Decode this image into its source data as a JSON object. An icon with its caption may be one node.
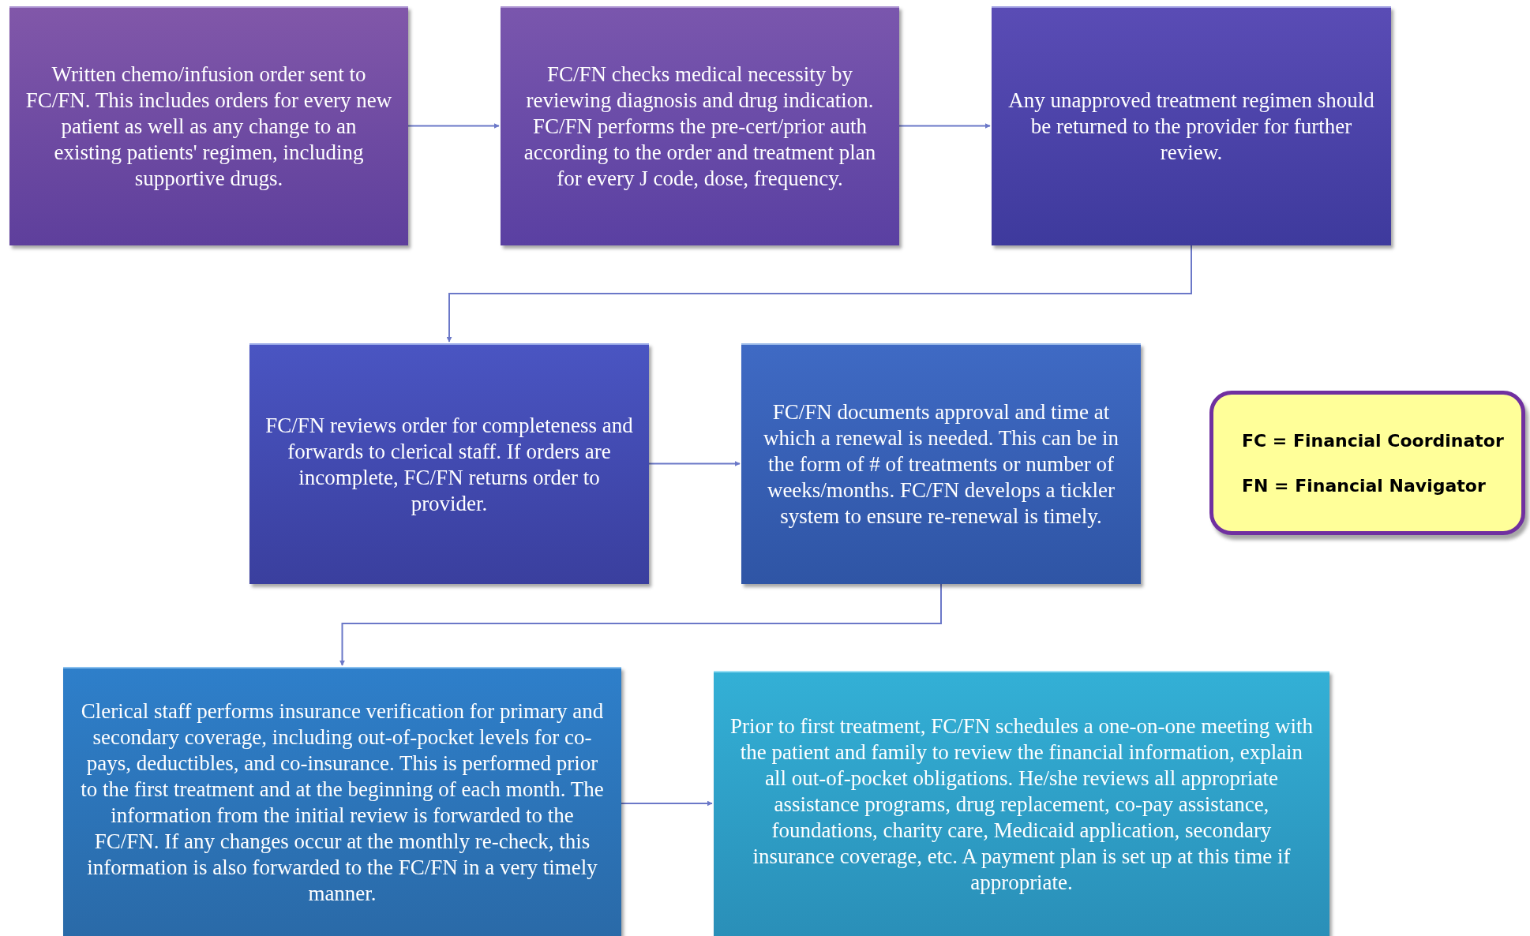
{
  "diagram": {
    "nodes": [
      {
        "text": [
          "Written chemo/infusion order sent to FC/FN. This includes orders for every new patient as well as any change to an existing patients' regimen, including supportive drugs."
        ]
      },
      {
        "text": [
          "FC/FN checks medical necessity by reviewing diagnosis and drug indication. FC/FN performs the pre-cert/prior auth according to the order and treatment plan for every J code, dose, frequency."
        ]
      },
      {
        "text": [
          "Any unapproved treatment regimen should be returned to the provider for further review."
        ]
      },
      {
        "text": [
          "FC/FN reviews order for completeness and forwards to clerical staff. If orders are incomplete, FC/FN returns order to provider."
        ]
      },
      {
        "text": [
          "FC/FN documents approval and time at which a renewal is needed. This can be in the form of # of treatments or number of weeks/months. FC/FN develops a tickler system to ensure re-renewal is timely."
        ]
      },
      {
        "text": [
          "FC = Financial Coordinator",
          "FN = Financial Navigator"
        ]
      },
      {
        "text": [
          "Clerical staff performs insurance verification for primary and secondary coverage, including out-of-pocket levels for co-pays, deductibles, and co-insurance. This is performed prior to the first treatment and at the beginning of each month. The information from the initial review is forwarded to the FC/FN. If any changes occur at the monthly re-check, this information is also forwarded to the FC/FN in a very timely manner."
        ]
      },
      {
        "text": [
          "Prior to first treatment, FC/FN schedules a one-on-one meeting with the patient and family to review the financial information, explain all out-of-pocket obligations. He/she reviews all appropriate assistance programs, drug replacement, co-pay assistance, foundations, charity care, Medicaid application, secondary insurance coverage, etc. A payment plan is set up at this time if appropriate."
        ]
      }
    ],
    "edges": [
      {
        "from": 0,
        "to": 1,
        "arrow": "to"
      },
      {
        "from": 1,
        "to": 2,
        "arrow": "to"
      },
      {
        "from": 2,
        "to": 3,
        "arrow": "to"
      },
      {
        "from": 3,
        "to": 4,
        "arrow": "to"
      },
      {
        "from": 4,
        "to": 6,
        "arrow": "to"
      },
      {
        "from": 6,
        "to": 7,
        "arrow": "to"
      }
    ]
  }
}
